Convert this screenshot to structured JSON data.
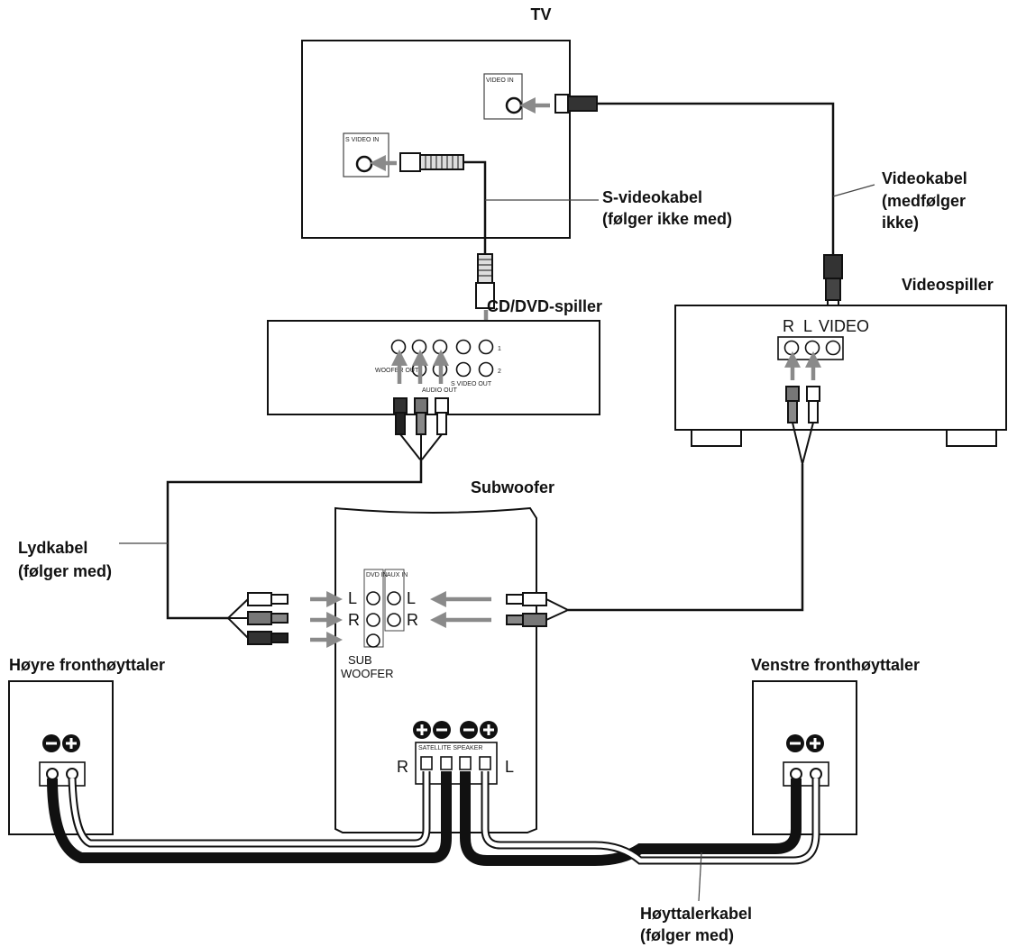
{
  "labels": {
    "tv": "TV",
    "cd_dvd": "CD/DVD-spiller",
    "videospiller": "Videospiller",
    "subwoofer": "Subwoofer",
    "s_video_cable_1": "S-videokabel",
    "s_video_cable_2": "(følger ikke med)",
    "video_cable_1": "Videokabel",
    "video_cable_2": "(medfølger",
    "video_cable_3": "ikke)",
    "audio_cable_1": "Lydkabel",
    "audio_cable_2": "(følger med)",
    "right_speaker": "Høyre fronthøyttaler",
    "left_speaker": "Venstre fronthøyttaler",
    "speaker_cable_1": "Høyttalerkabel",
    "speaker_cable_2": "(følger med)"
  },
  "tv_panel": {
    "video_in": "VIDEO IN",
    "s_video_in": "S VIDEO IN"
  },
  "cd_panel": {
    "row1": "1",
    "row2": "2",
    "woofer_out": "WOOFER OUT",
    "audio_out": "AUDIO OUT",
    "video_out": "S VIDEO OUT"
  },
  "vcr_panel": {
    "r": "R",
    "l": "L",
    "video": "VIDEO"
  },
  "sub_panel": {
    "dvd_in": "DVD IN",
    "aux_in": "AUX IN",
    "l_left": "L",
    "r_left": "R",
    "l_right": "L",
    "r_right": "R",
    "sub": "SUB",
    "woofer": "WOOFER",
    "satellite": "SATELLITE SPEAKER",
    "r_term": "R",
    "l_term": "L"
  },
  "colors": {
    "line": "#111111",
    "arrow": "#8a8a8a",
    "white_cable": "#ffffff"
  }
}
